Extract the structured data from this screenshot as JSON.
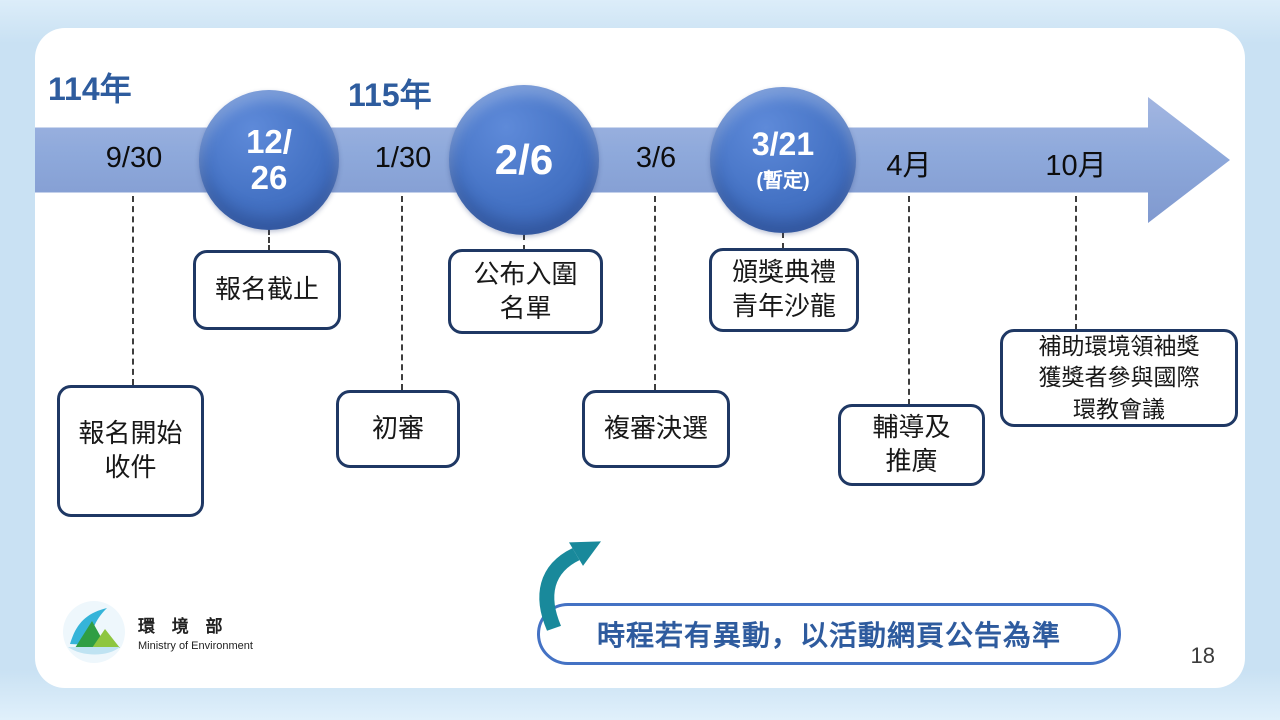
{
  "years": {
    "left": "114年",
    "right": "115年"
  },
  "timeline": {
    "milestones": [
      {
        "date": "9/30",
        "style": "band",
        "event": [
          "報名開始",
          "收件"
        ]
      },
      {
        "date": [
          "12/",
          "26"
        ],
        "style": "circle",
        "event": "報名截止"
      },
      {
        "date": "1/30",
        "style": "band",
        "event": "初審"
      },
      {
        "date": "2/6",
        "style": "circle",
        "event": [
          "公布入圍",
          "名單"
        ]
      },
      {
        "date": "3/6",
        "style": "band",
        "event": "複審決選"
      },
      {
        "date": "3/21",
        "note": "(暫定)",
        "style": "circle",
        "event": [
          "頒獎典禮",
          "青年沙龍"
        ]
      },
      {
        "date": "4月",
        "style": "band",
        "event": [
          "輔導及",
          "推廣"
        ]
      },
      {
        "date": "10月",
        "style": "band",
        "event": [
          "補助環境領袖獎",
          "獲獎者參與國際",
          "環教會議"
        ]
      }
    ]
  },
  "footer": {
    "logo_zh": "環 境 部",
    "logo_en": "Ministry of Environment",
    "notice": "時程若有異動，以活動網頁公告為準",
    "page_number": "18"
  },
  "colors": {
    "band_blue": "#8ea9db",
    "circle_blue": "#4472c4",
    "box_border_navy": "#1f3864",
    "year_text_blue": "#2e5c9e",
    "notice_border_blue": "#4472c4",
    "notice_text_blue": "#2e5b9e",
    "arrow_teal": "#19899b",
    "page_background": "#c9e1f3"
  }
}
